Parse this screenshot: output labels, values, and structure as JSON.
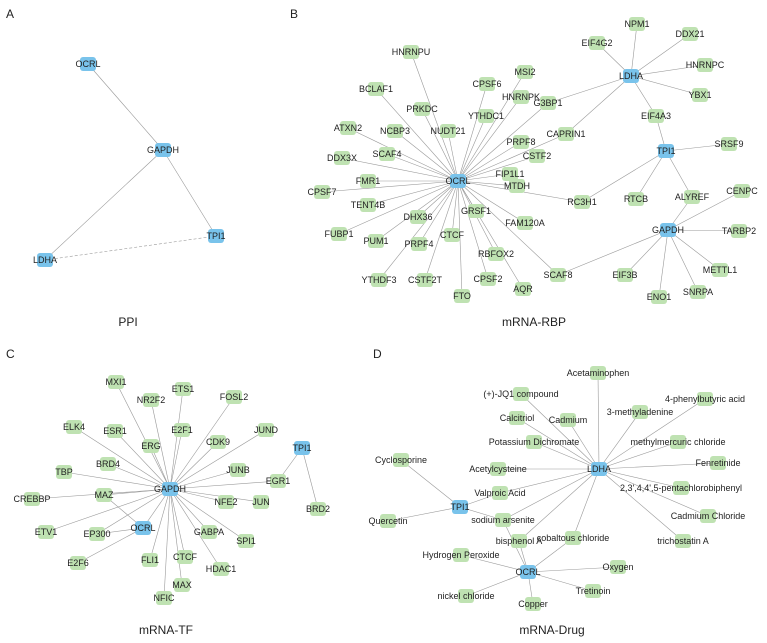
{
  "colors": {
    "gene": "#79c3eb",
    "partner": "#bfe2b2",
    "edge": "#9a9a9a",
    "text": "#222222"
  },
  "panels": [
    {
      "letter": "A",
      "title": "PPI",
      "genes": [
        "OCRL",
        "GAPDH",
        "TPI1",
        "LDHA"
      ],
      "partners": [],
      "edges": [
        [
          "OCRL",
          "GAPDH"
        ],
        [
          "GAPDH",
          "TPI1"
        ],
        [
          "GAPDH",
          "LDHA"
        ],
        [
          "LDHA",
          "TPI1"
        ]
      ]
    },
    {
      "letter": "B",
      "title": "mRNA-RBP",
      "genes": [
        "OCRL",
        "LDHA",
        "TPI1",
        "GAPDH"
      ],
      "partners": [
        "HNRNPU",
        "CPSF6",
        "MSI2",
        "BCLAF1",
        "PRKDC",
        "YTHDC1",
        "HNRNPK",
        "G3BP1",
        "ATXN2",
        "NCBP3",
        "NUDT21",
        "PRPF8",
        "CAPRIN1",
        "DDX3X",
        "SCAF4",
        "CSTF2",
        "FMR1",
        "FIP1L1",
        "CPSF7",
        "TENT4B",
        "MTDH",
        "RC3H1",
        "DHX36",
        "GRSF1",
        "FAM120A",
        "FUBP1",
        "PUM1",
        "PRPF4",
        "CTCF",
        "RBFOX2",
        "YTHDF3",
        "CSTF2T",
        "CPSF2",
        "AQR",
        "FTO",
        "SCAF8",
        "NPM1",
        "DDX21",
        "EIF4G2",
        "HNRNPC",
        "YBX1",
        "EIF4A3",
        "SRSF9",
        "RTCB",
        "ALYREF",
        "CENPC",
        "TARBP2",
        "EIF3B",
        "METTL1",
        "ENO1",
        "SNRPA"
      ],
      "edges": [
        [
          "OCRL",
          "HNRNPU"
        ],
        [
          "OCRL",
          "CPSF6"
        ],
        [
          "OCRL",
          "MSI2"
        ],
        [
          "OCRL",
          "BCLAF1"
        ],
        [
          "OCRL",
          "PRKDC"
        ],
        [
          "OCRL",
          "YTHDC1"
        ],
        [
          "OCRL",
          "HNRNPK"
        ],
        [
          "OCRL",
          "G3BP1"
        ],
        [
          "OCRL",
          "ATXN2"
        ],
        [
          "OCRL",
          "NCBP3"
        ],
        [
          "OCRL",
          "NUDT21"
        ],
        [
          "OCRL",
          "PRPF8"
        ],
        [
          "OCRL",
          "CAPRIN1"
        ],
        [
          "OCRL",
          "DDX3X"
        ],
        [
          "OCRL",
          "SCAF4"
        ],
        [
          "OCRL",
          "CSTF2"
        ],
        [
          "OCRL",
          "FMR1"
        ],
        [
          "OCRL",
          "FIP1L1"
        ],
        [
          "OCRL",
          "CPSF7"
        ],
        [
          "OCRL",
          "TENT4B"
        ],
        [
          "OCRL",
          "MTDH"
        ],
        [
          "OCRL",
          "RC3H1"
        ],
        [
          "OCRL",
          "DHX36"
        ],
        [
          "OCRL",
          "GRSF1"
        ],
        [
          "OCRL",
          "FAM120A"
        ],
        [
          "OCRL",
          "FUBP1"
        ],
        [
          "OCRL",
          "PUM1"
        ],
        [
          "OCRL",
          "PRPF4"
        ],
        [
          "OCRL",
          "CTCF"
        ],
        [
          "OCRL",
          "RBFOX2"
        ],
        [
          "OCRL",
          "YTHDF3"
        ],
        [
          "OCRL",
          "CSTF2T"
        ],
        [
          "OCRL",
          "CPSF2"
        ],
        [
          "OCRL",
          "AQR"
        ],
        [
          "OCRL",
          "FTO"
        ],
        [
          "OCRL",
          "SCAF8"
        ],
        [
          "G3BP1",
          "LDHA"
        ],
        [
          "CAPRIN1",
          "LDHA"
        ],
        [
          "LDHA",
          "NPM1"
        ],
        [
          "LDHA",
          "DDX21"
        ],
        [
          "LDHA",
          "EIF4G2"
        ],
        [
          "LDHA",
          "HNRNPC"
        ],
        [
          "LDHA",
          "YBX1"
        ],
        [
          "LDHA",
          "EIF4A3"
        ],
        [
          "EIF4A3",
          "TPI1"
        ],
        [
          "TPI1",
          "SRSF9"
        ],
        [
          "TPI1",
          "RTCB"
        ],
        [
          "TPI1",
          "ALYREF"
        ],
        [
          "TPI1",
          "RC3H1"
        ],
        [
          "ALYREF",
          "GAPDH"
        ],
        [
          "GAPDH",
          "CENPC"
        ],
        [
          "GAPDH",
          "TARBP2"
        ],
        [
          "GAPDH",
          "EIF3B"
        ],
        [
          "GAPDH",
          "METTL1"
        ],
        [
          "GAPDH",
          "ENO1"
        ],
        [
          "GAPDH",
          "SNRPA"
        ],
        [
          "GAPDH",
          "SCAF8"
        ]
      ]
    },
    {
      "letter": "C",
      "title": "mRNA-TF",
      "genes": [
        "GAPDH",
        "OCRL",
        "TPI1"
      ],
      "partners": [
        "MXI1",
        "ETS1",
        "FOSL2",
        "NR2F2",
        "ELK4",
        "ESR1",
        "E2F1",
        "JUND",
        "CDK9",
        "ERG",
        "TBP",
        "BRD4",
        "JUNB",
        "EGR1",
        "MAZ",
        "CREBBP",
        "NFE2",
        "JUN",
        "BRD2",
        "ETV1",
        "EP300",
        "GABPA",
        "SPI1",
        "E2F6",
        "FLI1",
        "CTCF",
        "HDAC1",
        "MAX",
        "NFIC"
      ],
      "edges": [
        [
          "GAPDH",
          "MXI1"
        ],
        [
          "GAPDH",
          "ETS1"
        ],
        [
          "GAPDH",
          "FOSL2"
        ],
        [
          "GAPDH",
          "NR2F2"
        ],
        [
          "GAPDH",
          "ELK4"
        ],
        [
          "GAPDH",
          "ESR1"
        ],
        [
          "GAPDH",
          "E2F1"
        ],
        [
          "GAPDH",
          "JUND"
        ],
        [
          "GAPDH",
          "CDK9"
        ],
        [
          "GAPDH",
          "ERG"
        ],
        [
          "GAPDH",
          "TBP"
        ],
        [
          "GAPDH",
          "BRD4"
        ],
        [
          "GAPDH",
          "JUNB"
        ],
        [
          "GAPDH",
          "EGR1"
        ],
        [
          "GAPDH",
          "MAZ"
        ],
        [
          "GAPDH",
          "CREBBP"
        ],
        [
          "GAPDH",
          "NFE2"
        ],
        [
          "GAPDH",
          "JUN"
        ],
        [
          "GAPDH",
          "ETV1"
        ],
        [
          "GAPDH",
          "EP300"
        ],
        [
          "GAPDH",
          "GABPA"
        ],
        [
          "GAPDH",
          "SPI1"
        ],
        [
          "GAPDH",
          "FLI1"
        ],
        [
          "GAPDH",
          "CTCF"
        ],
        [
          "GAPDH",
          "HDAC1"
        ],
        [
          "GAPDH",
          "MAX"
        ],
        [
          "GAPDH",
          "NFIC"
        ],
        [
          "GAPDH",
          "OCRL"
        ],
        [
          "OCRL",
          "E2F6"
        ],
        [
          "OCRL",
          "EP300"
        ],
        [
          "OCRL",
          "MAZ"
        ],
        [
          "TPI1",
          "EGR1"
        ],
        [
          "TPI1",
          "BRD2"
        ]
      ]
    },
    {
      "letter": "D",
      "title": "mRNA-Drug",
      "genes": [
        "LDHA",
        "TPI1",
        "OCRL"
      ],
      "partners": [
        "Acetaminophen",
        "(+)-JQ1 compound",
        "4-phenylbutyric acid",
        "Calcitriol",
        "Cadmium",
        "3-methyladenine",
        "Potassium Dichromate",
        "methylmercuric chloride",
        "Cyclosporine",
        "Acetylcysteine",
        "Fenretinide",
        "2,3',4,4',5-pentachlorobiphenyl",
        "Valproic Acid",
        "Cadmium Chloride",
        "Quercetin",
        "sodium arsenite",
        "cobaltous chloride",
        "trichostatin A",
        "bisphenol A",
        "Hydrogen Peroxide",
        "Oxygen",
        "nickel chloride",
        "Tretinoin",
        "Copper"
      ],
      "edges": [
        [
          "LDHA",
          "Acetaminophen"
        ],
        [
          "LDHA",
          "(+)-JQ1 compound"
        ],
        [
          "LDHA",
          "4-phenylbutyric acid"
        ],
        [
          "LDHA",
          "Calcitriol"
        ],
        [
          "LDHA",
          "Cadmium"
        ],
        [
          "LDHA",
          "3-methyladenine"
        ],
        [
          "LDHA",
          "Potassium Dichromate"
        ],
        [
          "LDHA",
          "methylmercuric chloride"
        ],
        [
          "LDHA",
          "Acetylcysteine"
        ],
        [
          "LDHA",
          "Fenretinide"
        ],
        [
          "LDHA",
          "2,3',4,4',5-pentachlorobiphenyl"
        ],
        [
          "LDHA",
          "Valproic Acid"
        ],
        [
          "LDHA",
          "Cadmium Chloride"
        ],
        [
          "LDHA",
          "sodium arsenite"
        ],
        [
          "LDHA",
          "cobaltous chloride"
        ],
        [
          "LDHA",
          "trichostatin A"
        ],
        [
          "LDHA",
          "bisphenol A"
        ],
        [
          "TPI1",
          "Cyclosporine"
        ],
        [
          "TPI1",
          "Quercetin"
        ],
        [
          "TPI1",
          "sodium arsenite"
        ],
        [
          "TPI1",
          "Valproic Acid"
        ],
        [
          "OCRL",
          "sodium arsenite"
        ],
        [
          "OCRL",
          "bisphenol A"
        ],
        [
          "OCRL",
          "cobaltous chloride"
        ],
        [
          "OCRL",
          "Hydrogen Peroxide"
        ],
        [
          "OCRL",
          "Oxygen"
        ],
        [
          "OCRL",
          "nickel chloride"
        ],
        [
          "OCRL",
          "Tretinoin"
        ],
        [
          "OCRL",
          "Copper"
        ]
      ]
    }
  ]
}
